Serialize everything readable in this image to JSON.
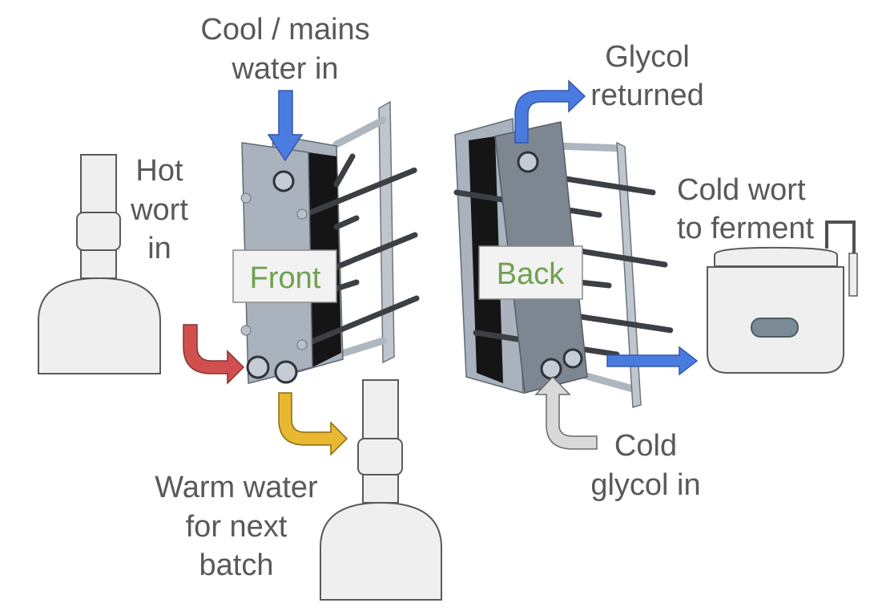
{
  "diagram": {
    "subject": "Plate heat exchanger wort chilling flows",
    "labels": {
      "cool_water_in": [
        "Cool / mains",
        "water in"
      ],
      "glycol_returned": [
        "Glycol",
        "returned"
      ],
      "hot_wort_in": [
        "Hot",
        "wort",
        "in"
      ],
      "cold_wort_out": [
        "Cold wort",
        "to ferment"
      ],
      "warm_water_out": [
        "Warm water",
        "for next",
        "batch"
      ],
      "cold_glycol_in": [
        "Cold",
        "glycol in"
      ]
    },
    "views": {
      "front": "Front",
      "back": "Back"
    },
    "flows": [
      {
        "name": "cool-water-in",
        "color": "#4a7ce0",
        "direction": "down",
        "into": "front-top-port"
      },
      {
        "name": "hot-wort-in",
        "color": "#d05050",
        "direction": "right",
        "into": "front-bottom-left-port"
      },
      {
        "name": "warm-water-out",
        "color": "#e8b830",
        "direction": "right",
        "from": "front-bottom-right-port"
      },
      {
        "name": "glycol-returned",
        "color": "#4a7ce0",
        "direction": "right",
        "from": "back-top-port"
      },
      {
        "name": "cold-wort-out",
        "color": "#4a7ce0",
        "direction": "right",
        "from": "back-bottom-port"
      },
      {
        "name": "cold-glycol-in",
        "color": "#d9d9d9",
        "direction": "up",
        "into": "back-bottom-port"
      }
    ],
    "colors": {
      "label_text": "#595959",
      "view_tag_text": "#70a050",
      "vessel_fill": "#efefef",
      "fermenter_window": "#7a8b96"
    }
  }
}
